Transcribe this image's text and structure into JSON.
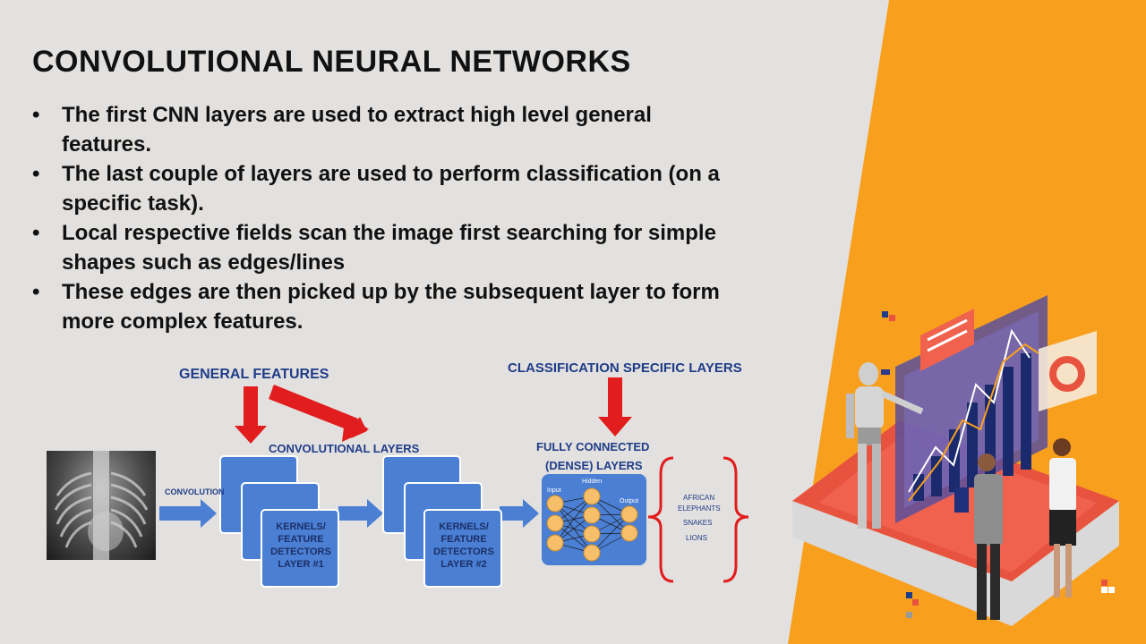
{
  "slide": {
    "title": "CONVOLUTIONAL NEURAL NETWORKS",
    "bullets": [
      {
        "line1": "The first CNN layers are used to extract high level general",
        "line2": "features."
      },
      {
        "line1": "The last couple of layers are used to perform classification (on a",
        "line2": "specific task)."
      },
      {
        "line1": "Local respective fields scan the image first searching for simple",
        "line2": "shapes such as edges/lines"
      },
      {
        "line1": "These edges are then picked up by the subsequent layer to form",
        "line2": "more complex features."
      }
    ],
    "bullet_symbol": "•"
  },
  "diagram": {
    "general_features": "GENERAL FEATURES",
    "classification_layers": "CLASSIFICATION SPECIFIC LAYERS",
    "convolutional_layers": "CONVOLUTIONAL LAYERS",
    "convolution": "CONVOLUTION",
    "fully_connected": "FULLY CONNECTED",
    "dense_layers": "(DENSE) LAYERS",
    "kernels1": [
      "KERNELS/",
      "FEATURE",
      "DETECTORS",
      "LAYER #1"
    ],
    "kernels2": [
      "KERNELS/",
      "FEATURE",
      "DETECTORS",
      "LAYER #2"
    ],
    "nn_input": "Input",
    "nn_hidden": "Hidden",
    "nn_output": "Output",
    "classes": [
      "AFRICAN",
      "ELEPHANTS",
      "SNAKES",
      "LIONS"
    ]
  },
  "colors": {
    "background": "#e3e1df",
    "orange": "#f8a01e",
    "box_blue": "#4a7fd4",
    "arrow_red": "#e11d1d",
    "title_blue": "#1f3c88",
    "platform_red": "#e8533f"
  }
}
